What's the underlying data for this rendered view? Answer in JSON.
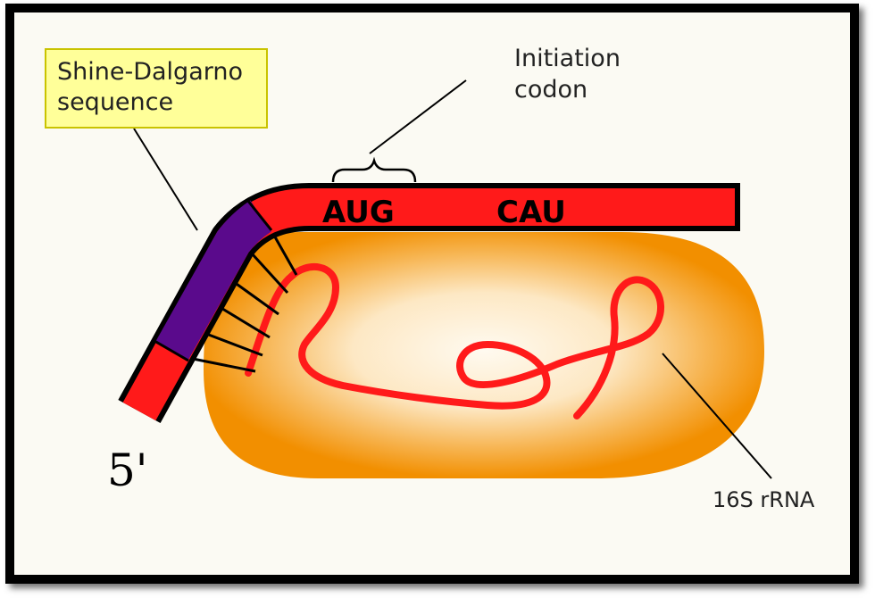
{
  "labels": {
    "shine_dalgarno_line1": "Shine-Dalgarno",
    "shine_dalgarno_line2": "sequence",
    "initiation_line1": "Initiation",
    "initiation_line2": "codon",
    "rrna": "16S rRNA",
    "five_prime": "5'"
  },
  "mrna": {
    "codons": [
      "AUG",
      "CAU"
    ]
  },
  "colors": {
    "mrna": "#ff1a1a",
    "shine_dalgarno": "#5a0a8c",
    "ribosome_outer": "#f28f00",
    "ribosome_inner": "#fff6e0",
    "rrna": "#ff1a1a",
    "label_box": "#ffff99",
    "frame": "#000000"
  }
}
